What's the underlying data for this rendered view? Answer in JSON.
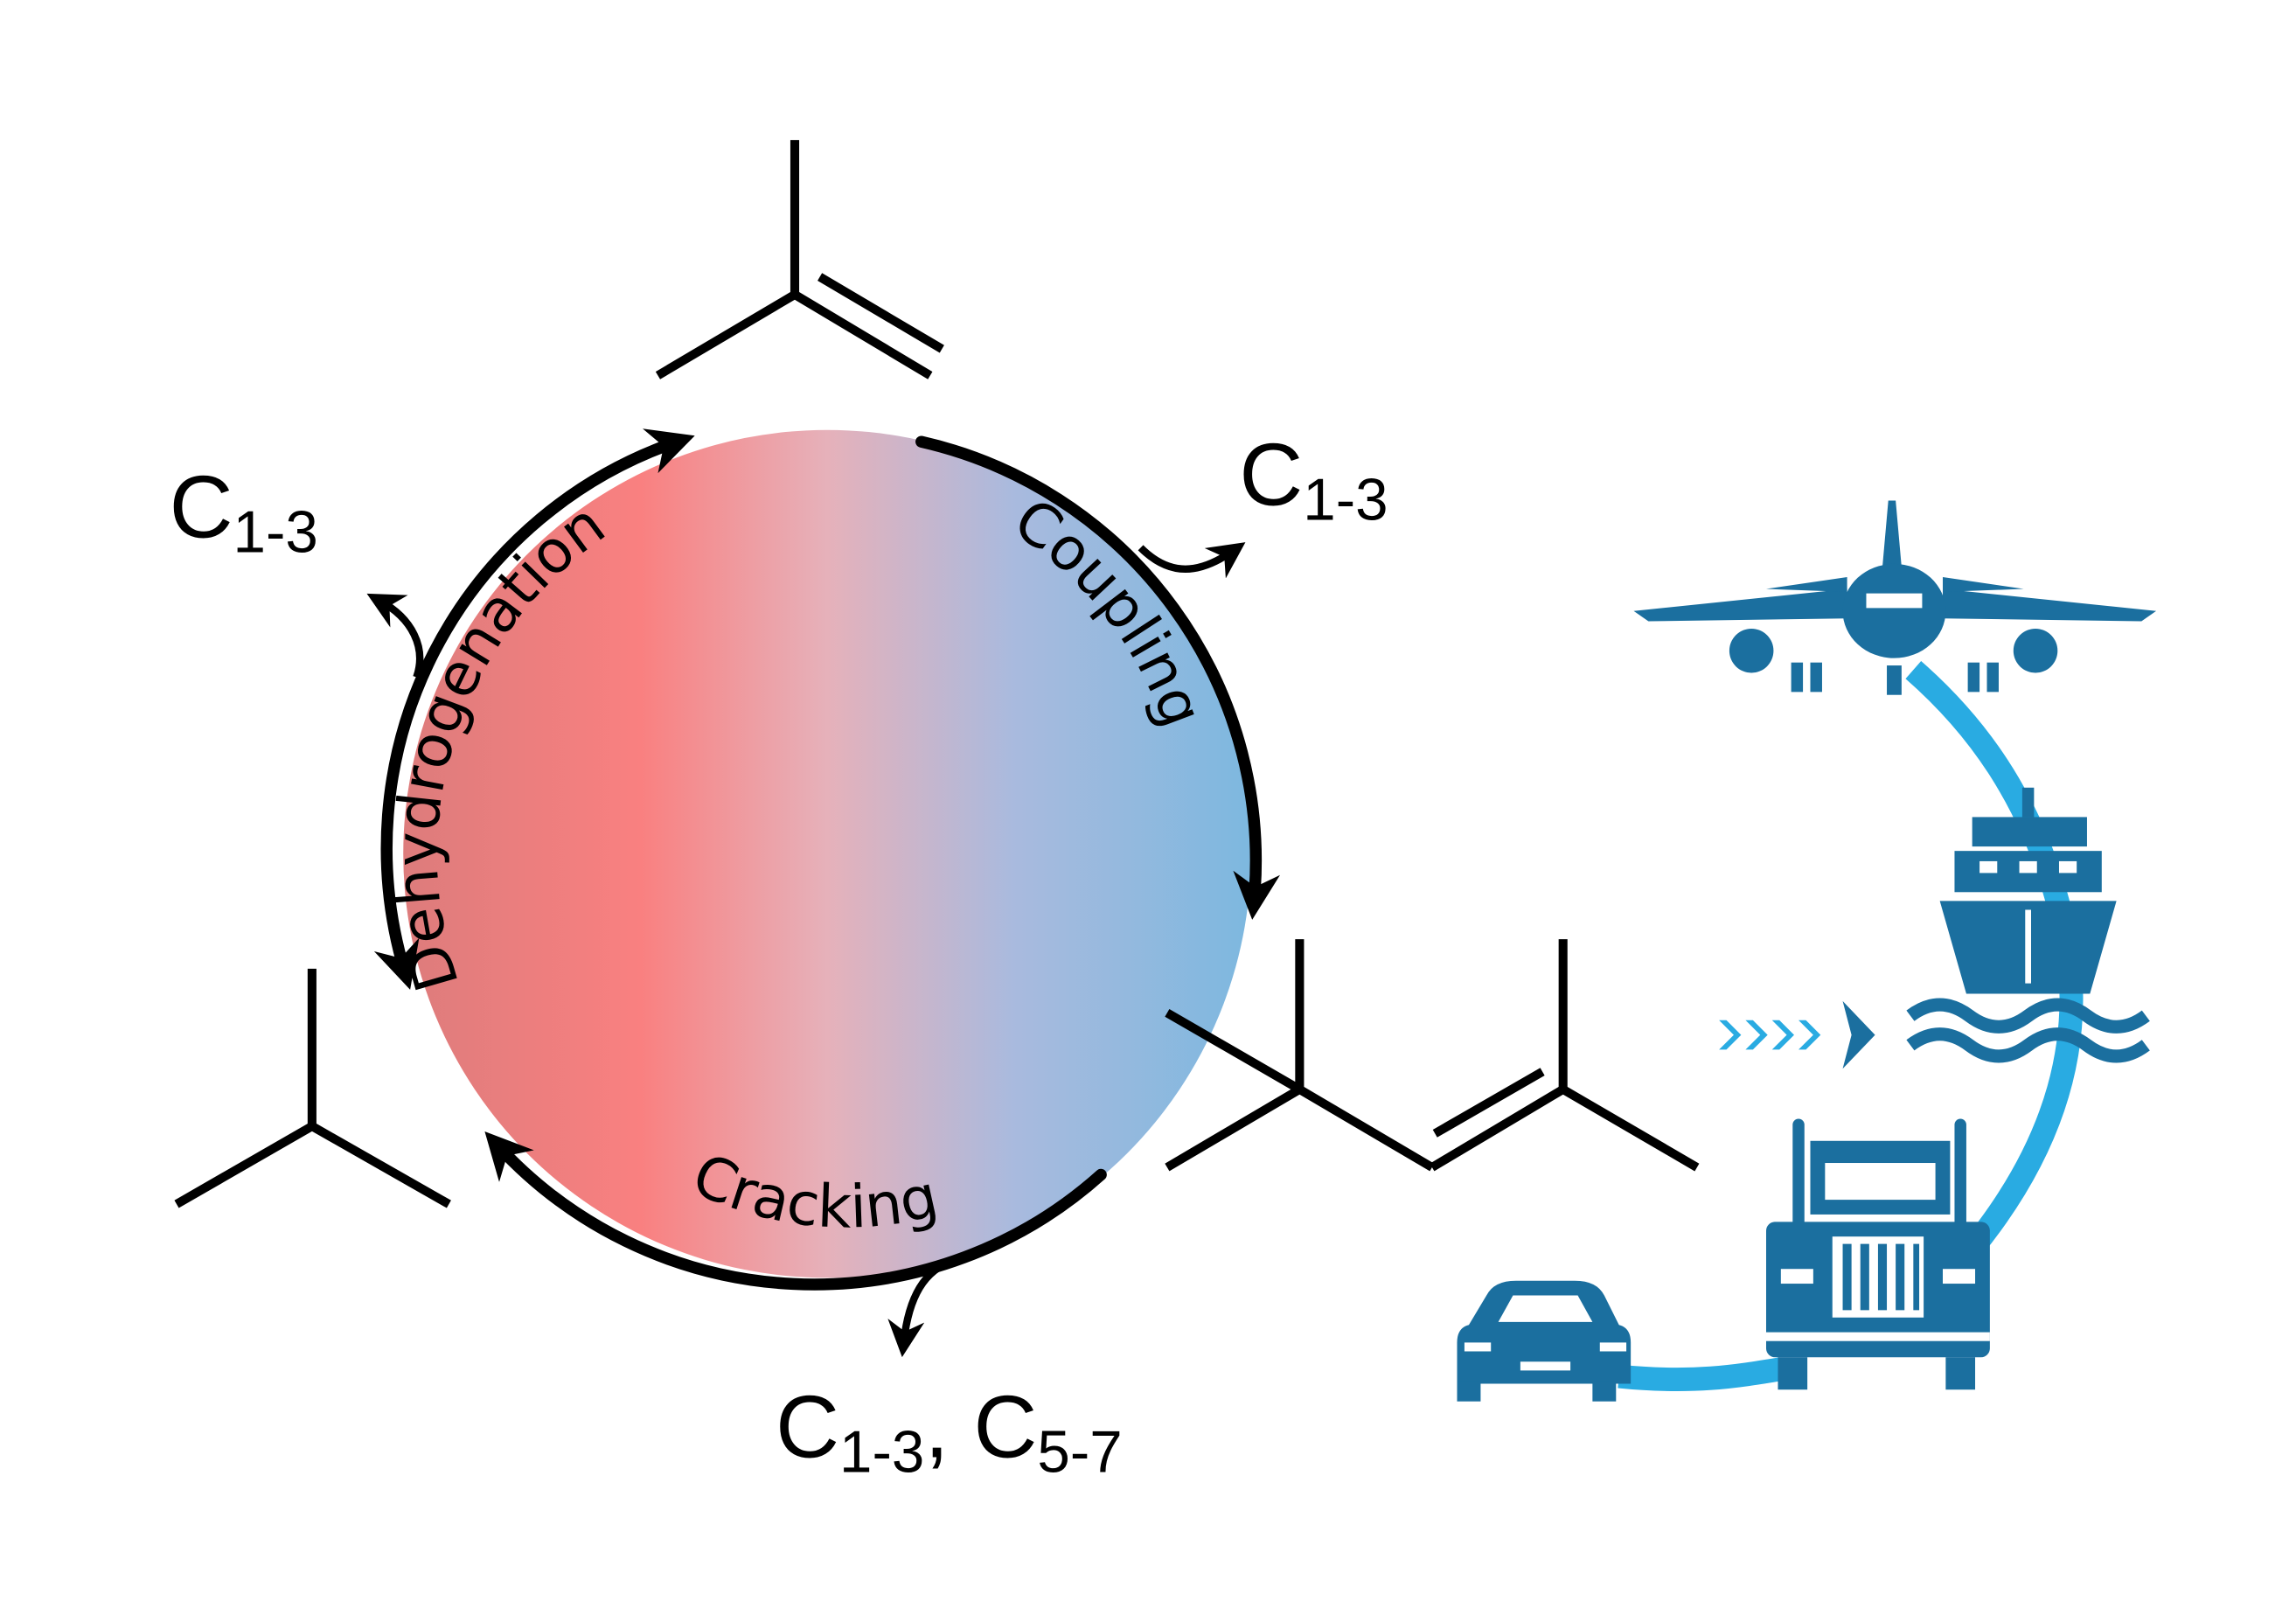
{
  "processes": {
    "dehydrogenation": "Dehydrogenation",
    "coupling": "Coupling",
    "cracking": "Cracking"
  },
  "byproducts": {
    "left": {
      "main": "C",
      "sub": "1-3"
    },
    "right": {
      "main": "C",
      "sub": "1-3"
    },
    "bottom": {
      "main1": "C",
      "sub1": "1-3",
      "sep": ", C",
      "sub2": "5-7"
    }
  },
  "colors": {
    "circle_left": "#e07b79",
    "circle_red": "#f98080",
    "circle_mid": "#e6b1ba",
    "circle_blue": "#80b7df",
    "transport_icon": "#1b6f9f",
    "transport_path": "#29abe2"
  },
  "icons": [
    "isobutene-molecule",
    "isobutane-molecule",
    "isooctene-molecule",
    "airplane-icon",
    "ship-icon",
    "truck-icon",
    "car-icon",
    "chevron-arrows-icon"
  ]
}
